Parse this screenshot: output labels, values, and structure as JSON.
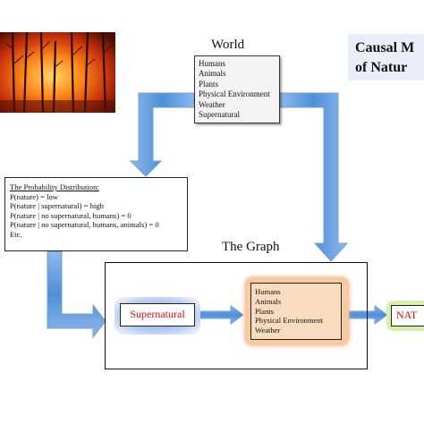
{
  "title": [
    "Causal M",
    "of Natur"
  ],
  "world": {
    "title": "World",
    "items": [
      "Humans",
      "Animals",
      "Plants",
      "Physical Environment",
      "Weather",
      "Supernatural"
    ]
  },
  "probability": {
    "heading": "The Probability Distribution:",
    "lines": [
      "P(nature) = low",
      "P(nature | supernatural) = high",
      "P(nature | no supernatural, humans) = 0",
      "P(nature | no supernatural, humans, animals) = 0",
      "Etc."
    ]
  },
  "graph": {
    "title": "The Graph",
    "supernatural": "Supernatural",
    "inner_items": [
      "Humans",
      "Animals",
      "Plants",
      "Physical Environment",
      "Weather"
    ],
    "nature": "NAT"
  },
  "colors": {
    "arrow_blue": "#5b95d6",
    "supernatural_text": "#d01010",
    "inner_fill": "#f9dcc0"
  }
}
